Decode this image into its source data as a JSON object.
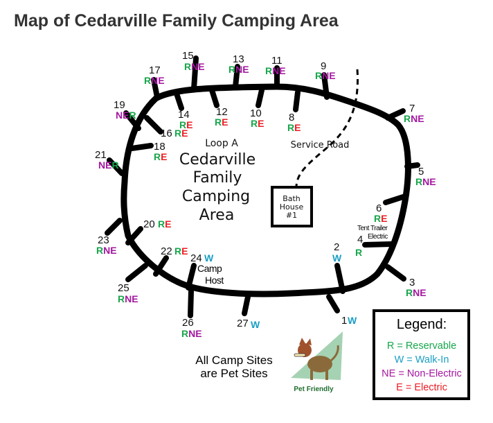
{
  "title": "Map of Cedarville Family Camping Area",
  "colors": {
    "R": "#16a64a",
    "NE": "#a3169f",
    "E": "#ec1c24",
    "W": "#1a9ec4",
    "road": "#000000"
  },
  "map": {
    "loop_label": "Loop A",
    "area_name": [
      "Cedarville",
      "Family",
      "Camping",
      "Area"
    ],
    "service_road": "Service Road",
    "bath_house": [
      "Bath",
      "House",
      "#1"
    ],
    "tent_trailer": [
      "Tent Trailer",
      "Electric"
    ],
    "camp_host": [
      "Camp",
      "Host"
    ]
  },
  "sites": [
    {
      "number": "1",
      "codes": [
        "W"
      ]
    },
    {
      "number": "2",
      "codes": [
        "W"
      ]
    },
    {
      "number": "3",
      "codes": [
        "R",
        "NE"
      ]
    },
    {
      "number": "4",
      "codes": [
        "R"
      ]
    },
    {
      "number": "5",
      "codes": [
        "R",
        "NE"
      ]
    },
    {
      "number": "6",
      "codes": [
        "R",
        "E"
      ]
    },
    {
      "number": "7",
      "codes": [
        "R",
        "NE"
      ]
    },
    {
      "number": "8",
      "codes": [
        "R",
        "E"
      ]
    },
    {
      "number": "9",
      "codes": [
        "R",
        "NE"
      ]
    },
    {
      "number": "10",
      "codes": [
        "R",
        "E"
      ]
    },
    {
      "number": "11",
      "codes": [
        "R",
        "NE"
      ]
    },
    {
      "number": "12",
      "codes": [
        "R",
        "E"
      ]
    },
    {
      "number": "13",
      "codes": [
        "R",
        "NE"
      ]
    },
    {
      "number": "14",
      "codes": [
        "R",
        "E"
      ]
    },
    {
      "number": "15",
      "codes": [
        "R",
        "NE"
      ]
    },
    {
      "number": "16",
      "codes": [
        "R",
        "E"
      ]
    },
    {
      "number": "17",
      "codes": [
        "R",
        "NE"
      ]
    },
    {
      "number": "18",
      "codes": [
        "R",
        "E"
      ]
    },
    {
      "number": "19",
      "codes": [
        "NE",
        "R"
      ]
    },
    {
      "number": "20",
      "codes": [
        "R",
        "E"
      ]
    },
    {
      "number": "21",
      "codes": [
        "NE",
        "R"
      ]
    },
    {
      "number": "22",
      "codes": [
        "R",
        "E"
      ]
    },
    {
      "number": "23",
      "codes": [
        "R",
        "NE"
      ]
    },
    {
      "number": "24",
      "codes": [
        "W"
      ]
    },
    {
      "number": "25",
      "codes": [
        "R",
        "NE"
      ]
    },
    {
      "number": "26",
      "codes": [
        "R",
        "NE"
      ]
    },
    {
      "number": "27",
      "codes": [
        "W"
      ]
    }
  ],
  "pets": {
    "note": [
      "All Camp Sites",
      "are Pet Sites"
    ],
    "badge": "Pet Friendly",
    "icon": "dog-with-bone-icon"
  },
  "legend": {
    "title": "Legend:",
    "items": [
      "R = Reservable",
      "W = Walk-In",
      "NE = Non-Electric",
      "E = Electric"
    ]
  }
}
